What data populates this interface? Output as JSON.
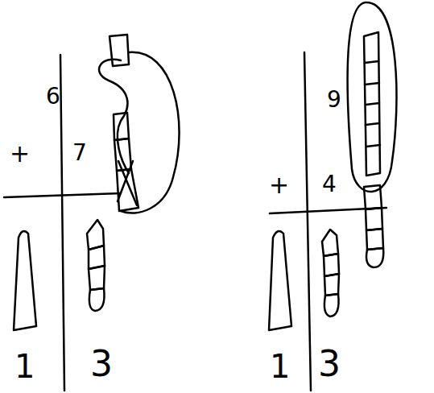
{
  "diagram": {
    "labels": [
      "6",
      "+",
      "7",
      "1",
      "3",
      "9",
      "+",
      "4",
      "1",
      "3"
    ]
  }
}
